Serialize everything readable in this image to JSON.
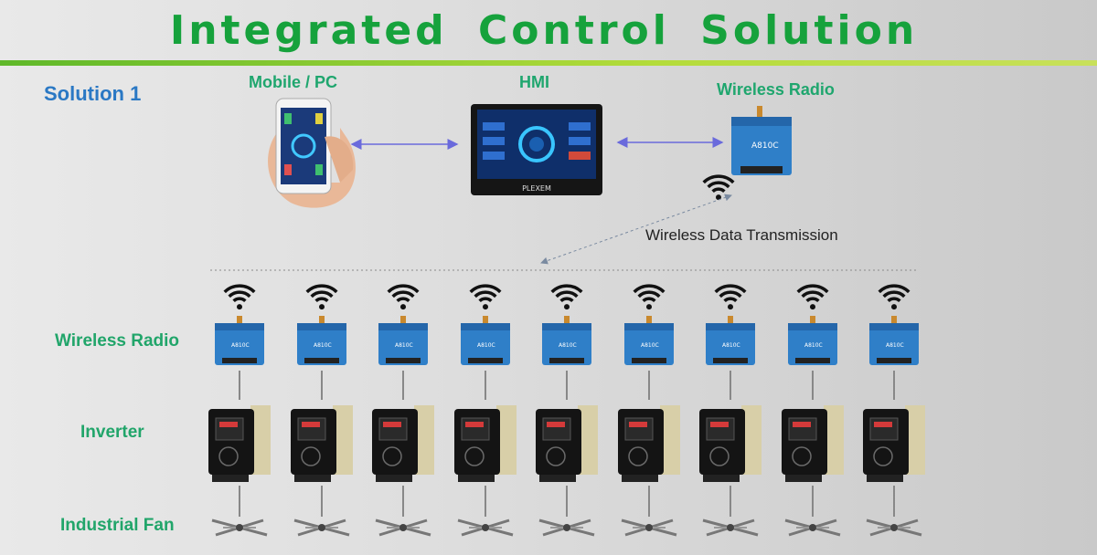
{
  "header": {
    "title": "Integrated Control Solution",
    "solution": "Solution 1"
  },
  "top_devices": {
    "mobile_label": "Mobile / PC",
    "hmi_label": "HMI",
    "radio_label": "Wireless Radio",
    "hmi_brand": "PLEXEM",
    "radio_model": "A810C",
    "transmission_label": "Wireless Data Transmission"
  },
  "rows": {
    "radio": "Wireless Radio",
    "inverter": "Inverter",
    "fan": "Industrial Fan"
  },
  "node_count": 9,
  "colors": {
    "title": "#16a23c",
    "solution": "#2a78c4",
    "labels": "#21a56a",
    "arrow": "#6a6adc",
    "radio_body": "#2f7fc8"
  }
}
